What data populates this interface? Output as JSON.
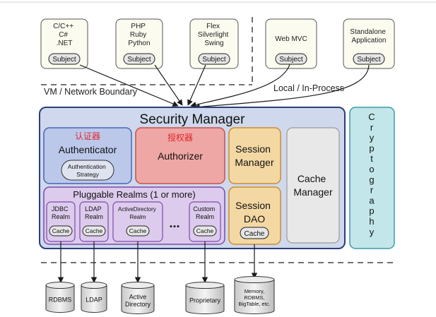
{
  "clients": [
    {
      "label_lines": [
        "C/C++",
        "C#",
        ".NET"
      ],
      "badge": "Subject"
    },
    {
      "label_lines": [
        "PHP",
        "Ruby",
        "Python"
      ],
      "badge": "Subject"
    },
    {
      "label_lines": [
        "Flex",
        "Silverlight",
        "Swing"
      ],
      "badge": "Subject"
    },
    {
      "label_lines": [
        "Web MVC"
      ],
      "badge": "Subject"
    },
    {
      "label_lines": [
        "Standalone",
        "Application"
      ],
      "badge": "Subject"
    }
  ],
  "boundary_labels": {
    "vm_network": "VM / Network Boundary",
    "local_in_process": "Local / In-Process"
  },
  "security_manager": {
    "title": "Security Manager",
    "authenticator": {
      "cn_label": "认证器",
      "label": "Authenticator",
      "strategy_lines": [
        "Authentication",
        "Strategy"
      ]
    },
    "authorizer": {
      "cn_label": "授权器",
      "label": "Authorizer"
    },
    "session_manager_lines": [
      "Session",
      "Manager"
    ],
    "cache_manager_lines": [
      "Cache",
      "Manager"
    ],
    "pluggable_realms": {
      "title": "Pluggable Realms (1 or more)",
      "ellipsis": "...",
      "realms": [
        {
          "label_lines": [
            "JDBC",
            "Realm"
          ],
          "cache": "Cache"
        },
        {
          "label_lines": [
            "LDAP",
            "Realm"
          ],
          "cache": "Cache"
        },
        {
          "label_lines": [
            "ActiveDirectory",
            "Realm"
          ],
          "cache": "Cache"
        },
        {
          "label_lines": [
            "Custom",
            "Realm"
          ],
          "cache": "Cache"
        }
      ]
    },
    "session_dao": {
      "label_lines": [
        "Session",
        "DAO"
      ],
      "cache": "Cache"
    }
  },
  "cryptography_letters": [
    "C",
    "r",
    "y",
    "p",
    "t",
    "o",
    "g",
    "r",
    "a",
    "p",
    "h",
    "y"
  ],
  "datastores": [
    {
      "label_lines": [
        "RDBMS"
      ]
    },
    {
      "label_lines": [
        "LDAP"
      ]
    },
    {
      "label_lines": [
        "Active",
        "Directory"
      ]
    },
    {
      "label_lines": [
        "Proprietary"
      ]
    },
    {
      "label_lines": [
        "Memory,",
        "RDBMS,",
        "BigTable, etc."
      ]
    }
  ],
  "colors": {
    "client_fill": "#fbfbef",
    "security_manager_fill": "#cfd8ec",
    "security_manager_stroke": "#2b3f78",
    "authenticator_fill": "#bcc8ea",
    "authenticator_stroke": "#4a63b8",
    "authorizer_fill": "#efa7a5",
    "authorizer_stroke": "#c0524f",
    "session_fill": "#f4d8a4",
    "session_stroke": "#cc8d2c",
    "cache_manager_fill": "#e8e8e8",
    "realms_fill": "#ddcbed",
    "realms_stroke": "#7c4aa8",
    "crypto_fill": "#c2e6ea",
    "crypto_stroke": "#3d9aa8",
    "cn_text": "#e0262c"
  }
}
